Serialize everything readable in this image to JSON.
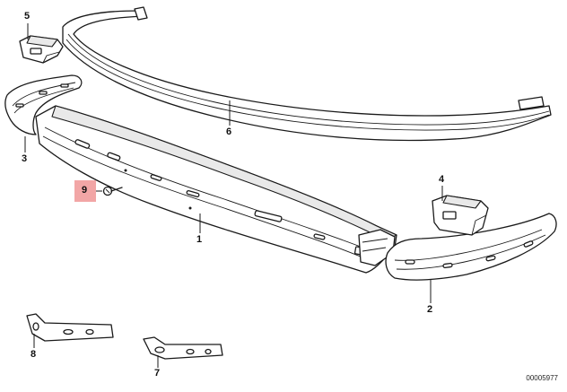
{
  "parts": [
    {
      "number": "1"
    },
    {
      "number": "2"
    },
    {
      "number": "3"
    },
    {
      "number": "4"
    },
    {
      "number": "5"
    },
    {
      "number": "6"
    },
    {
      "number": "7"
    },
    {
      "number": "8"
    },
    {
      "number": "9"
    }
  ],
  "highlighted_part": "9",
  "highlight_color": "#f2a6a6",
  "drawing_id": "00005977"
}
